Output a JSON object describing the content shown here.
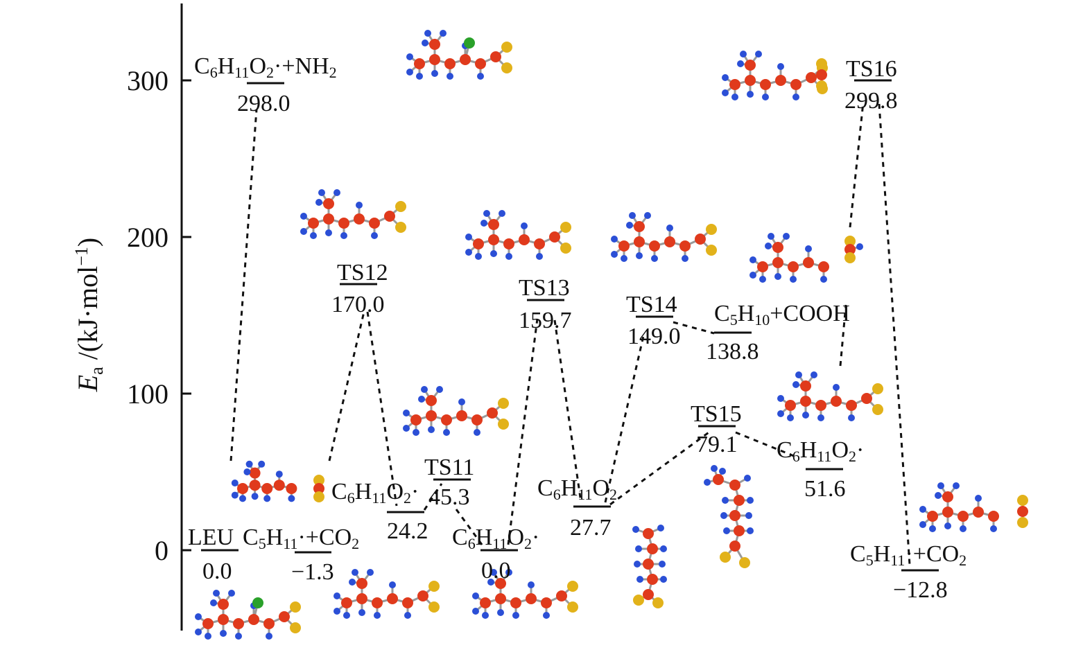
{
  "axis": {
    "ylabel_main": "E",
    "ylabel_sub": "a",
    "ylabel_unit": " /(kJ·mol",
    "ylabel_exp": "−1",
    "ylabel_close": ")",
    "ticks": [
      "300",
      "200",
      "100",
      "0"
    ]
  },
  "labels": {
    "leu": "LEU",
    "leu_val": "0.0",
    "c5h11_a_pre": "C",
    "c5h11_a_val": "−1.3",
    "ts12": "TS12",
    "ts12_val": "170.0",
    "c6h11o2_a_val": "24.2",
    "ts11": "TS11",
    "ts11_val": "45.3",
    "c6h11o2_b_val": "0.0",
    "ts13": "TS13",
    "ts13_val": "159.7",
    "c6h11o2_c_val": "27.7",
    "ts14": "TS14",
    "ts14_val": "149.0",
    "c5h10_val": "138.8",
    "ts15": "TS15",
    "ts15_val": "79.1",
    "c6h11o2_d_val": "51.6",
    "ts16": "TS16",
    "ts16_val": "299.8",
    "c5h11_b_val": "−12.8",
    "nh2_val": "298.0"
  },
  "formulas": {
    "c": "C",
    "h": "H",
    "o": "O",
    "n6": "6",
    "n5": "5",
    "n11": "11",
    "n10": "10",
    "n2": "2",
    "rad": "·",
    "plus_co": "+CO",
    "plus_cooh": "+COOH",
    "plus_nh": "·+NH"
  },
  "colors": {
    "carbon": "#e03a1c",
    "hydrogen": "#2b4fd6",
    "oxygen": "#e2b21a",
    "nitrogen": "#2aa12a",
    "bond": "#9a9a9a"
  }
}
